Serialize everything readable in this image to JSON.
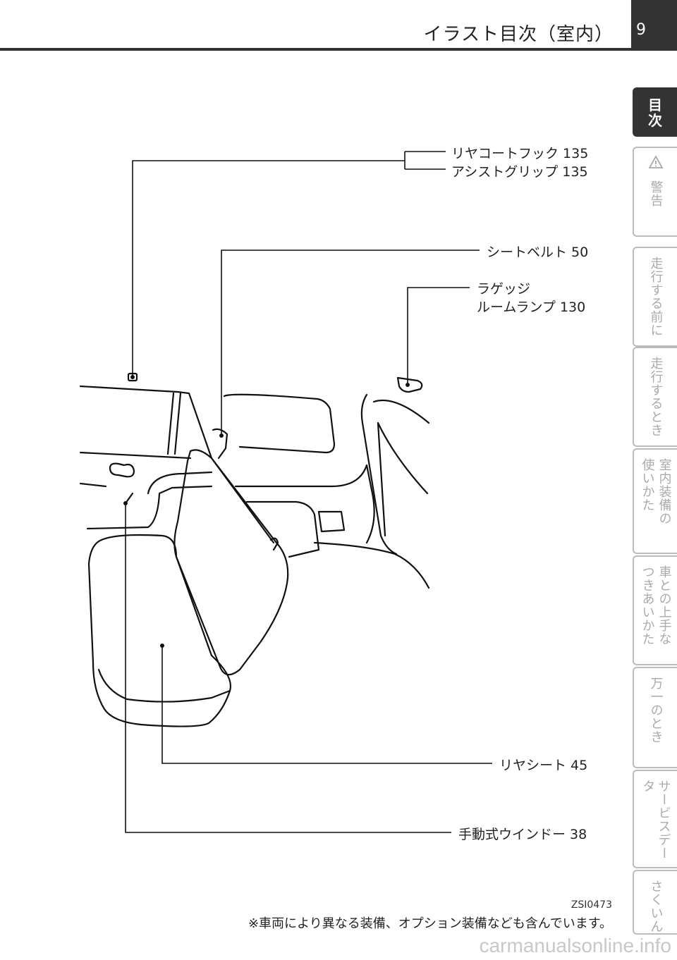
{
  "header": {
    "title": "イラスト目次（室内）",
    "page_number": "9"
  },
  "tabs": [
    {
      "lines": [
        "目",
        "次"
      ],
      "active": true
    },
    {
      "lines": [
        "警告"
      ],
      "icon": "warning-triangle-icon",
      "active": false
    },
    {
      "lines": [
        "走行する前に"
      ],
      "active": false
    },
    {
      "lines": [
        "走行するとき"
      ],
      "active": false
    },
    {
      "lines": [
        "室内装備の",
        "使いかた"
      ],
      "active": false
    },
    {
      "lines": [
        "車との上手な",
        "つきあいかた"
      ],
      "active": false
    },
    {
      "lines": [
        "万一のとき"
      ],
      "active": false
    },
    {
      "lines": [
        "サービスデータ"
      ],
      "active": false
    },
    {
      "lines": [
        "さくいん"
      ],
      "active": false
    }
  ],
  "labels": {
    "coat_hook": "リヤコートフック 135",
    "assist_grip": "アシストグリップ 135",
    "seat_belt": "シートベルト 50",
    "luggage_line1": "ラゲッジ",
    "luggage_line2": "ルームランプ 130",
    "rear_seat": "リヤシート 45",
    "manual_window": "手動式ウインドー 38"
  },
  "caption_code": "ZSI0473",
  "footnote": "※車両により異なる装備、オプション装備なども含んでいます。",
  "watermark": "carmanualsonline.info"
}
